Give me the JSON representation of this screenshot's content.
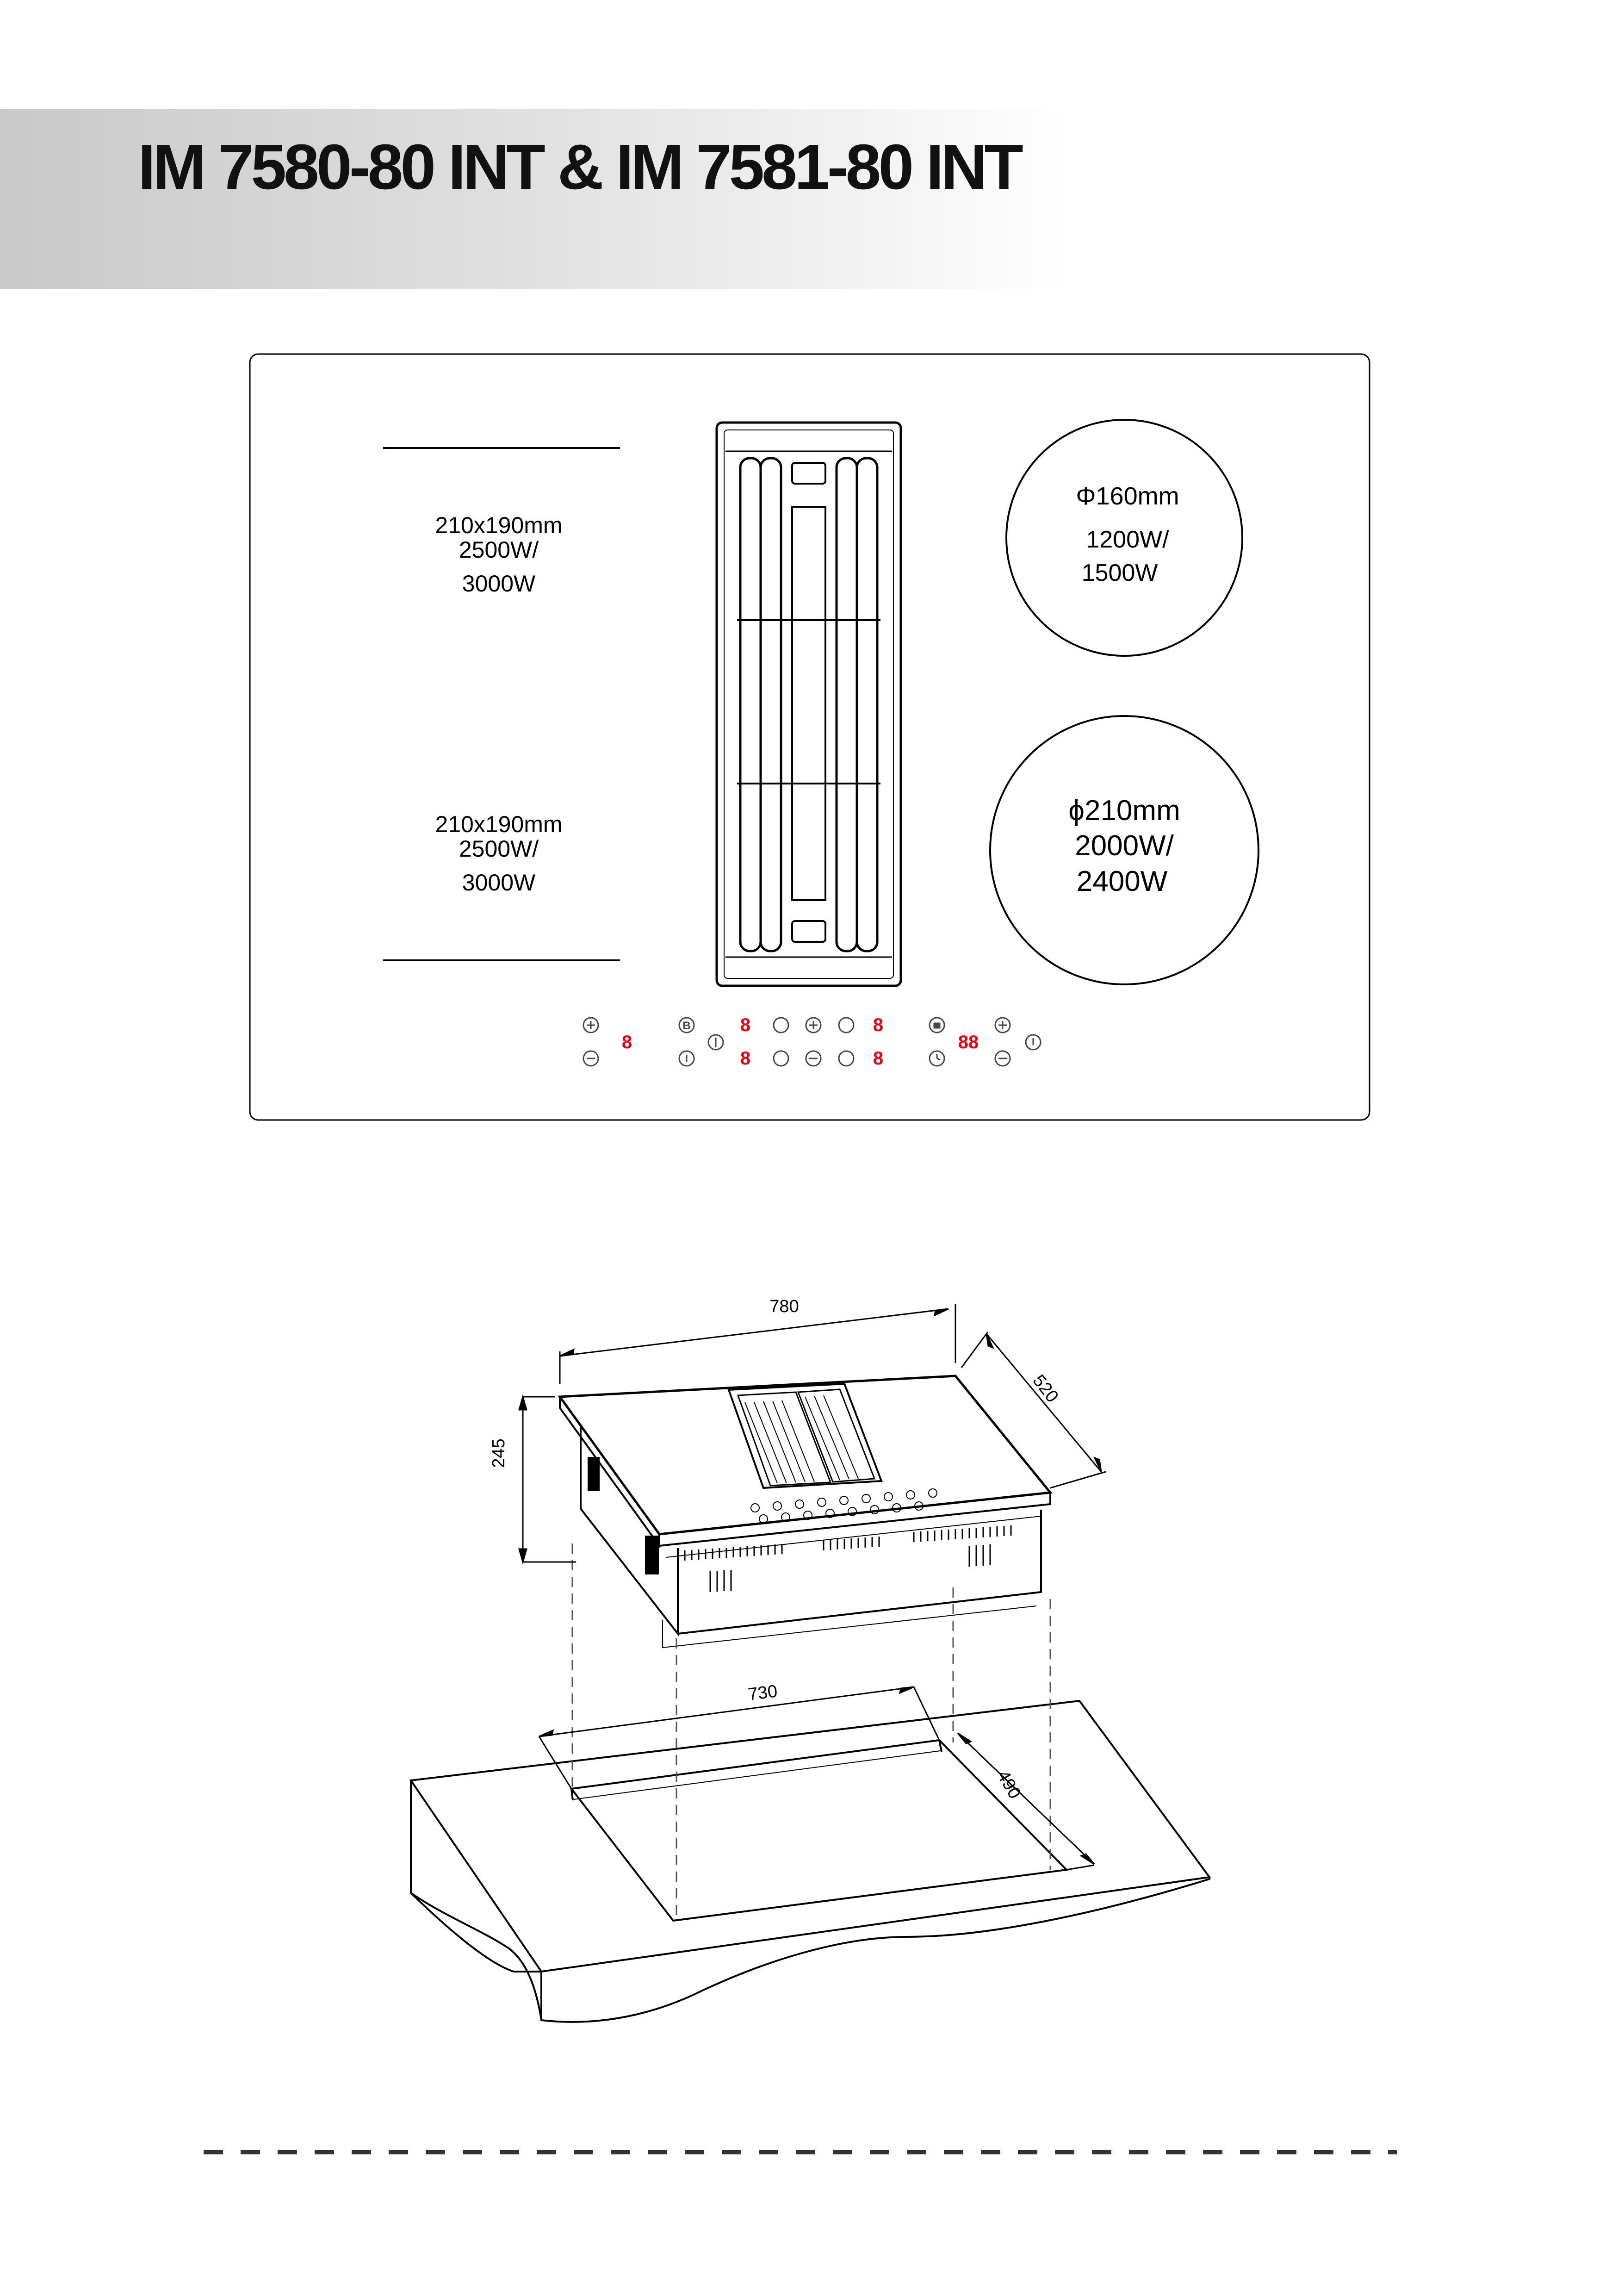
{
  "header": {
    "title": "IM 7580-80 INT & IM 7581-80 INT"
  },
  "top_view": {
    "zones": {
      "upper_left": {
        "size": "210x190mm",
        "power_line1": "2500W/",
        "power_line2": "3000W"
      },
      "lower_left": {
        "size": "210x190mm",
        "power_line1": "2500W/",
        "power_line2": "3000W"
      },
      "upper_right": {
        "diameter": "Φ160mm",
        "power_line1": "1200W/",
        "power_line2": "1500W"
      },
      "lower_right": {
        "diameter": "ϕ210mm",
        "power_line1": "2000W/",
        "power_line2": "2400W"
      }
    },
    "control_panel": {
      "left_zone_display": "8",
      "mid_display_top": "8",
      "mid_display_bottom": "8",
      "right_display_top": "8",
      "right_display_bottom": "8",
      "timer_display": "88",
      "boost_icon_label": "B",
      "display_color": "#e60012"
    }
  },
  "installation_view": {
    "dimensions": {
      "hob_width": "780",
      "hob_depth": "520",
      "hob_height": "245",
      "cutout_width": "730",
      "cutout_depth": "490"
    }
  }
}
